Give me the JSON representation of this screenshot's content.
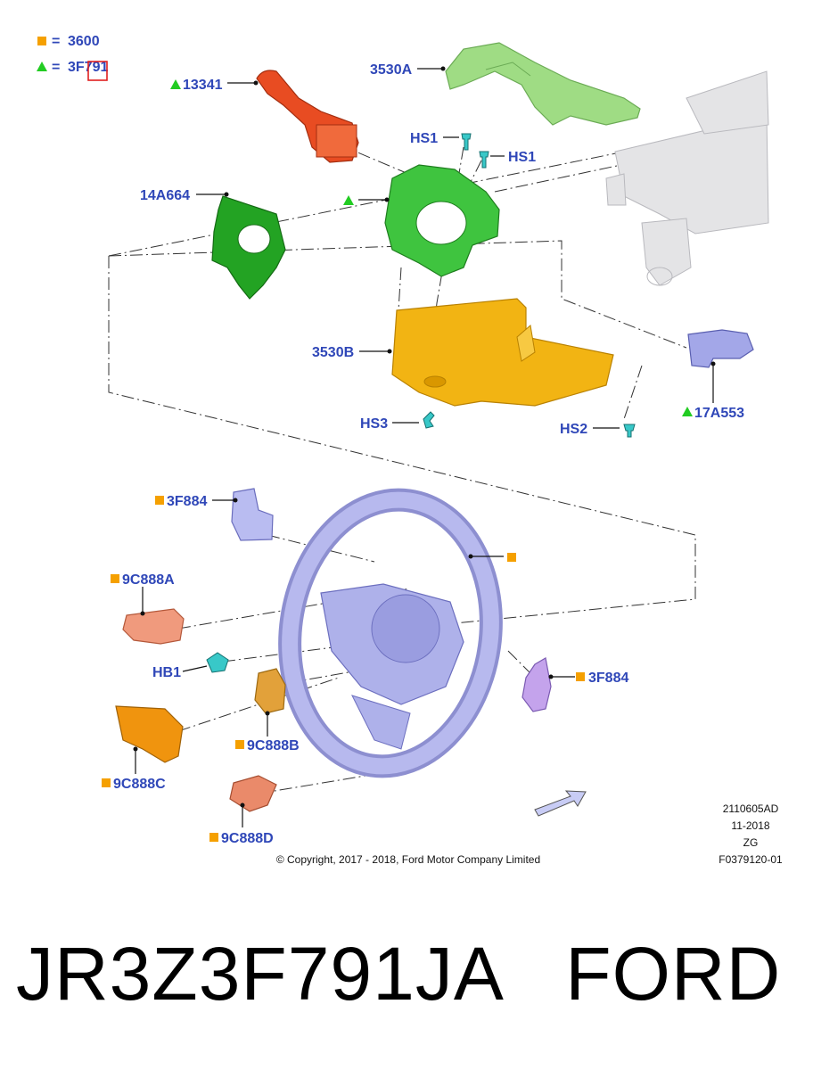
{
  "legend": {
    "square_code": "3600",
    "triangle_code": "3F791"
  },
  "labels": {
    "l13341": "13341",
    "l3530A": "3530A",
    "lHS1a": "HS1",
    "lHS1b": "HS1",
    "l14A664": "14A664",
    "l3530B": "3530B",
    "lHS3": "HS3",
    "lHS2": "HS2",
    "l17A553": "17A553",
    "l3F884a": "3F884",
    "l9C888A": "9C888A",
    "lHB1": "HB1",
    "l3F884b": "3F884",
    "l9C888B": "9C888B",
    "l9C888C": "9C888C",
    "l9C888D": "9C888D"
  },
  "meta": {
    "code": "2110605AD",
    "date": "11-2018",
    "zg": "ZG",
    "figure": "F0379120-01",
    "copyright": "© Copyright, 2017 - 2018, Ford Motor Company Limited"
  },
  "footer_title": "JR3Z3F791JA   FORD",
  "colors": {
    "square": "#f5a000",
    "triangle": "#22cc22",
    "label": "#2f47b8",
    "highlight": "#e02020"
  }
}
